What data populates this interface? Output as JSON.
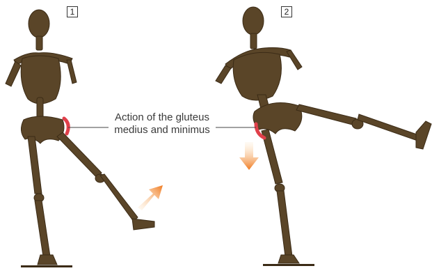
{
  "panels": [
    {
      "number": "1"
    },
    {
      "number": "2"
    }
  ],
  "annotation": {
    "label": "Action of the gluteus medius and minimus"
  },
  "colors": {
    "bone": "#5a4528",
    "bone_dark": "#3b2b16",
    "muscle_highlight": "#e0404a",
    "arrow_gradient_start": "#fde9c9",
    "arrow_gradient_end": "#f07a20"
  },
  "icons": {
    "panel1_arrow": "arrow-up-right",
    "panel2_arrow": "arrow-down"
  }
}
